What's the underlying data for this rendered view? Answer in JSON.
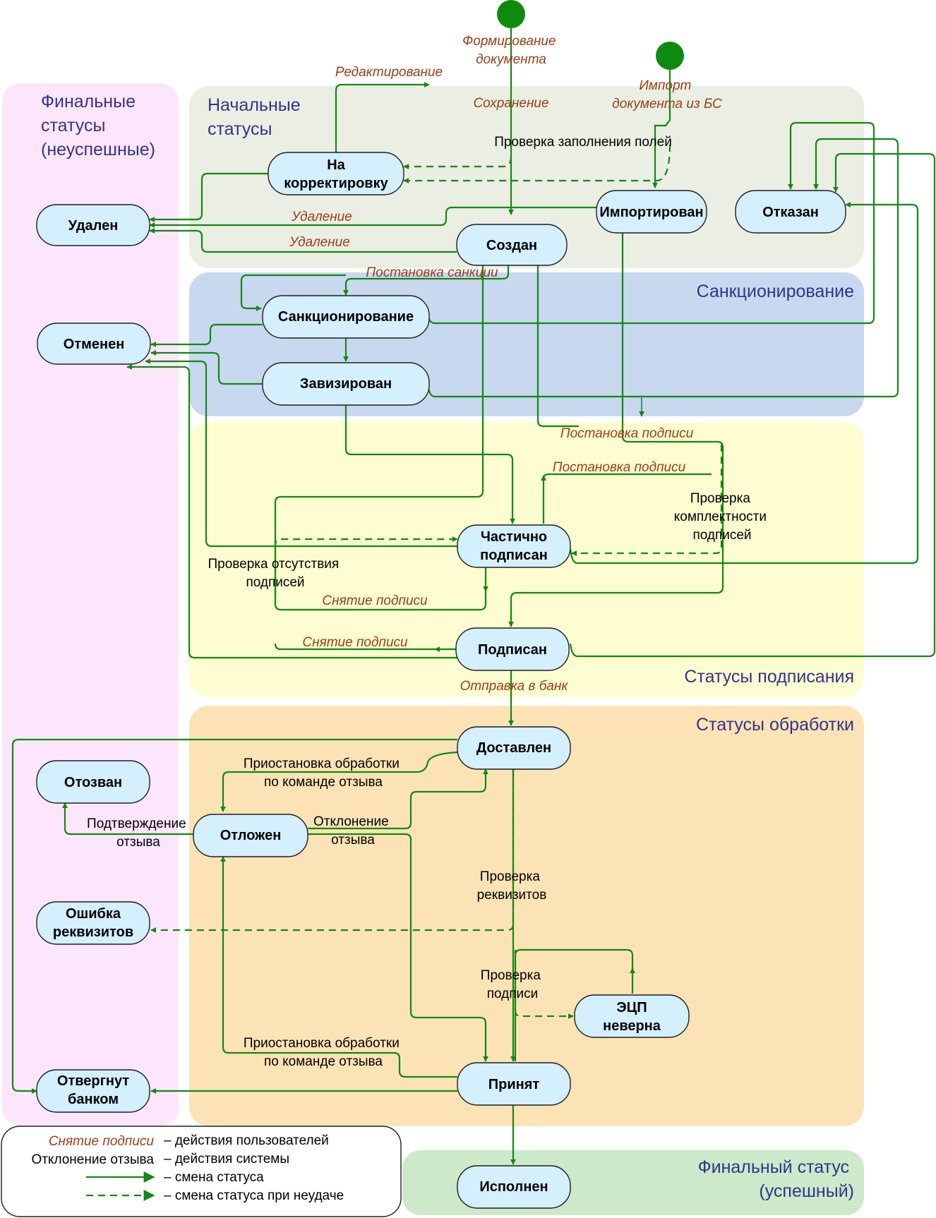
{
  "zones": {
    "final_fail": "Финальные статусы (неуспешные)",
    "initial": "Начальные статусы",
    "sanction": "Санкционирование",
    "signing": "Статусы подписания",
    "processing": "Статусы обработки",
    "final_success": "Финальный статус (успешный)"
  },
  "zone_lines": {
    "final_fail": [
      "Финальные",
      "статусы",
      "(неуспешные)"
    ],
    "initial": [
      "Начальные",
      "статусы"
    ],
    "final_success": [
      "Финальный статус",
      "(успешный)"
    ]
  },
  "states": {
    "na_korrektirovku": [
      "На",
      "корректировку"
    ],
    "udalen": [
      "Удален"
    ],
    "sozdan": [
      "Создан"
    ],
    "importirovan": [
      "Импортирован"
    ],
    "otkazan": [
      "Отказан"
    ],
    "sankcionirovanie": [
      "Санкционирование"
    ],
    "otmenen": [
      "Отменен"
    ],
    "zavizirovan": [
      "Завизирован"
    ],
    "chastichno_podpisan": [
      "Частично",
      "подписан"
    ],
    "podpisan": [
      "Подписан"
    ],
    "dostavlen": [
      "Доставлен"
    ],
    "otozvan": [
      "Отозван"
    ],
    "otlozhen": [
      "Отложен"
    ],
    "oshibka_rekvizitov": [
      "Ошибка",
      "реквизитов"
    ],
    "ecp_neverna": [
      "ЭЦП",
      "неверна"
    ],
    "otvergnut_bankom": [
      "Отвергнут",
      "банком"
    ],
    "prinyat": [
      "Принят"
    ],
    "ispolnen": [
      "Исполнен"
    ]
  },
  "user_actions": {
    "formirovanie": [
      "Формирование",
      "документа"
    ],
    "redaktirovanie": "Редактирование",
    "sohranenie": "Сохранение",
    "import": [
      "Импорт",
      "документа из БС"
    ],
    "udalenie_1": "Удаление",
    "udalenie_2": "Удаление",
    "postanovka_sankcii": "Постановка санкции",
    "postanovka_podpisi_1": "Постановка подписи",
    "postanovka_podpisi_2": "Постановка подписи",
    "snyatie_podpisi_1": "Снятие подписи",
    "snyatie_podpisi_2": "Снятие подписи",
    "otpravka_v_bank": "Отправка в банк"
  },
  "system_actions": {
    "proverka_polei": "Проверка заполнения полей",
    "proverka_komplektnosti": [
      "Проверка",
      "комплектности",
      "подписей"
    ],
    "proverka_otsutstviya": [
      "Проверка отсутствия",
      "подписей"
    ],
    "priostanovka_1": [
      "Приостановка обработки",
      "по команде отзыва"
    ],
    "podtverzhdenie_otzyva": [
      "Подтверждение",
      "отзыва"
    ],
    "otklonenie_otzyva": [
      "Отклонение",
      "отзыва"
    ],
    "proverka_rekvizitov": [
      "Проверка",
      "реквизитов"
    ],
    "proverka_podpisi": [
      "Проверка",
      "подписи"
    ],
    "priostanovka_2": [
      "Приостановка обработки",
      "по команде отзыва"
    ]
  },
  "legend": {
    "user_sample": "Снятие подписи",
    "user_desc": "– действия пользователей",
    "system_sample": "Отклонение отзыва",
    "system_desc": "– действия системы",
    "solid_desc": "– смена статуса",
    "dashed_desc": "– смена статуса при неудаче"
  },
  "colors": {
    "zone_final_fail": "#fde6fb",
    "zone_initial": "#ebeee3",
    "zone_sanction": "#c8d8ef",
    "zone_signing": "#fdfdd1",
    "zone_processing": "#fce3b6",
    "zone_final_success": "#cce9c9",
    "state_fill": "#d4effd",
    "arrow": "#138812",
    "start_node": "#0e8a0f",
    "zone_title": "#33338c",
    "user_action": "#9c3d16"
  }
}
